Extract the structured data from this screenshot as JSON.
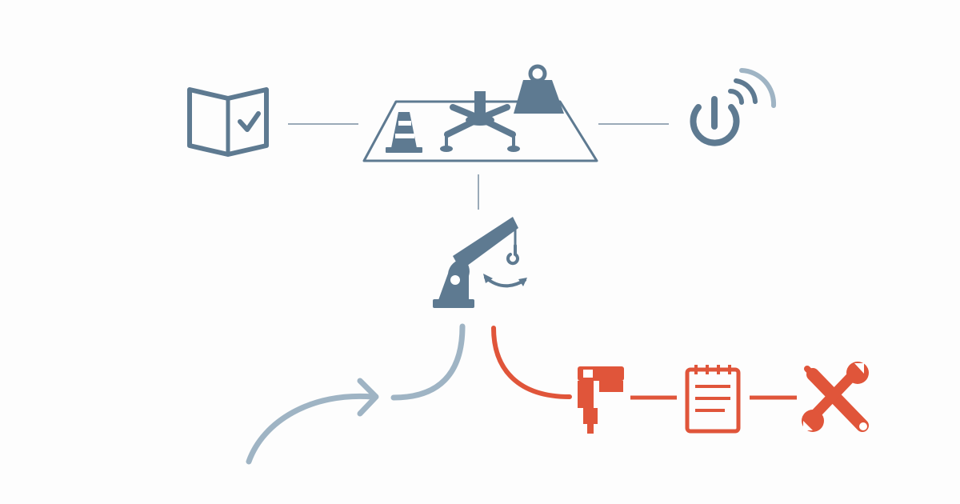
{
  "colors": {
    "background": "#fdfdfd",
    "primary_slate": "#5e7a91",
    "connector_gray": "#9aaab8",
    "return_arrow": "#9fb4c4",
    "accent_orange": "#e0553a",
    "white": "#ffffff"
  },
  "nodes": [
    {
      "id": "manual",
      "icon": "manual-check-icon"
    },
    {
      "id": "site_setup",
      "icon": "site-setup-icon"
    },
    {
      "id": "power",
      "icon": "power-wireless-icon"
    },
    {
      "id": "crane",
      "icon": "crane-arm-icon"
    },
    {
      "id": "caliper",
      "icon": "caliper-icon"
    },
    {
      "id": "checklist",
      "icon": "checklist-icon"
    },
    {
      "id": "tools",
      "icon": "wrench-screwdriver-icon"
    }
  ],
  "flow": {
    "branches": [
      {
        "name": "return-loop",
        "color": "return_arrow",
        "style": "curve-arrow"
      },
      {
        "name": "maintenance-branch",
        "color": "accent_orange",
        "style": "curve"
      }
    ]
  }
}
